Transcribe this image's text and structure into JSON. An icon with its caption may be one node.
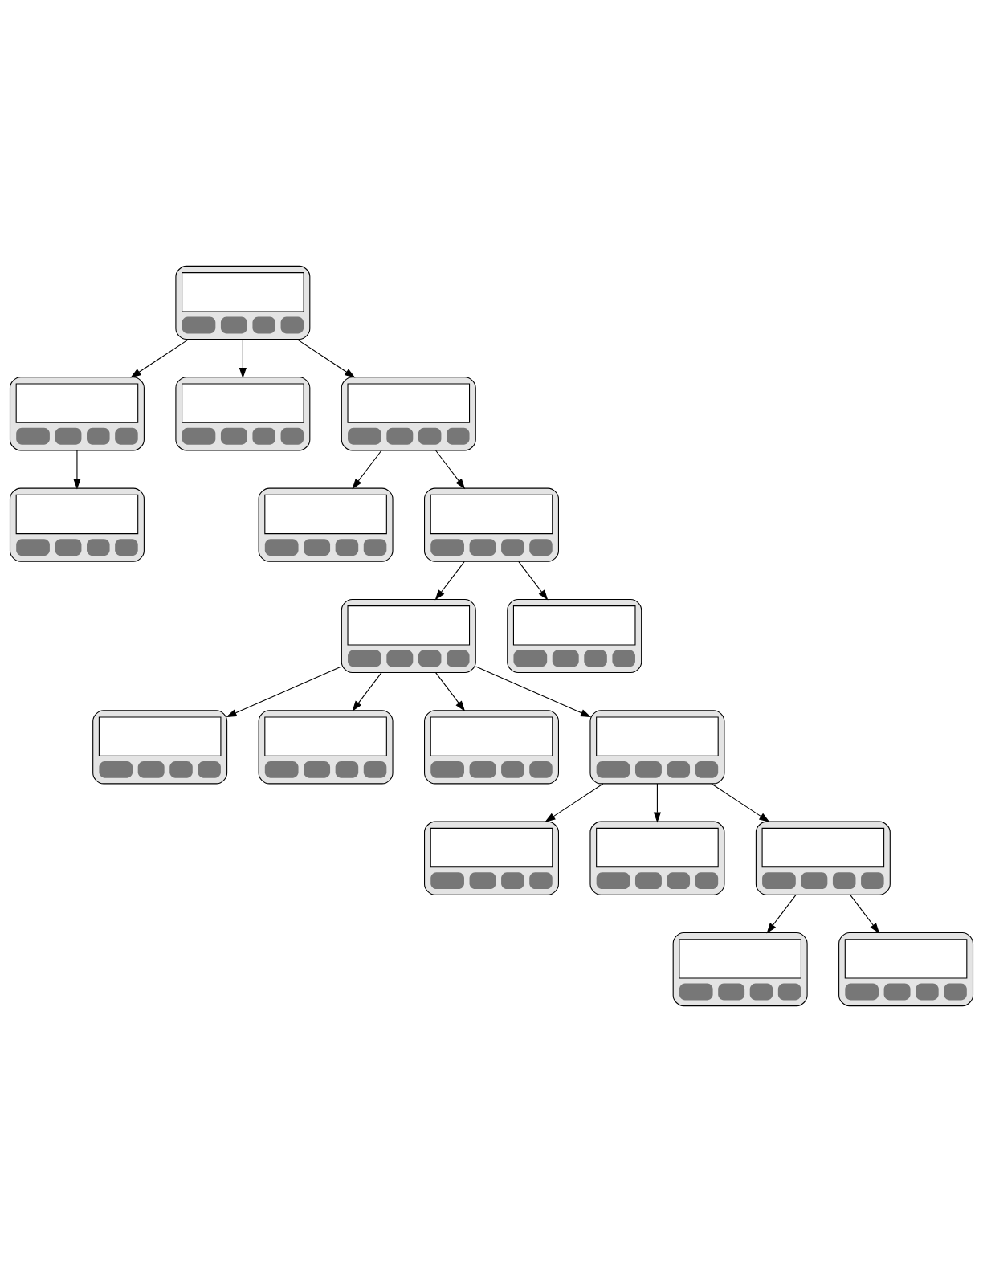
{
  "diagram": {
    "nodes": [
      {
        "text": [],
        "shape": "box"
      },
      {
        "text": [],
        "shape": "box"
      },
      {
        "text": [],
        "shape": "box"
      },
      {
        "text": [],
        "shape": "box"
      },
      {
        "text": [],
        "shape": "box"
      },
      {
        "text": [],
        "shape": "box"
      },
      {
        "text": [],
        "shape": "box"
      },
      {
        "text": [],
        "shape": "box"
      },
      {
        "text": [],
        "shape": "box"
      },
      {
        "text": [],
        "shape": "box"
      },
      {
        "text": [],
        "shape": "box"
      },
      {
        "text": [],
        "shape": "box"
      },
      {
        "text": [],
        "shape": "box"
      },
      {
        "text": [],
        "shape": "box"
      },
      {
        "text": [],
        "shape": "box"
      },
      {
        "text": [],
        "shape": "box"
      },
      {
        "text": [],
        "shape": "box"
      },
      {
        "text": [],
        "shape": "box"
      }
    ],
    "edges": [
      {
        "from": 0,
        "to": 1,
        "arrow": "to"
      },
      {
        "from": 0,
        "to": 2,
        "arrow": "to"
      },
      {
        "from": 0,
        "to": 3,
        "arrow": "to"
      },
      {
        "from": 1,
        "to": 4,
        "arrow": "to"
      },
      {
        "from": 3,
        "to": 5,
        "arrow": "to"
      },
      {
        "from": 3,
        "to": 6,
        "arrow": "to"
      },
      {
        "from": 6,
        "to": 7,
        "arrow": "to"
      },
      {
        "from": 6,
        "to": 8,
        "arrow": "to"
      },
      {
        "from": 7,
        "to": 9,
        "arrow": "to"
      },
      {
        "from": 7,
        "to": 11,
        "arrow": "to"
      },
      {
        "from": 7,
        "to": 12,
        "arrow": "to"
      },
      {
        "from": 7,
        "to": 10,
        "arrow": "to"
      },
      {
        "from": 12,
        "to": 13,
        "arrow": "to"
      },
      {
        "from": 12,
        "to": 14,
        "arrow": "to"
      },
      {
        "from": 12,
        "to": 15,
        "arrow": "to"
      },
      {
        "from": 15,
        "to": 16,
        "arrow": "to"
      },
      {
        "from": 15,
        "to": 17,
        "arrow": "to"
      }
    ]
  }
}
